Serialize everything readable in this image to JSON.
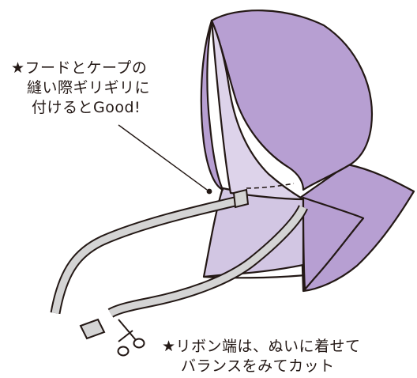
{
  "annotations": {
    "top": {
      "line1": "★フードとケープの",
      "line2": "縫い際ギリギリに",
      "line3": "付けるとGood!"
    },
    "bottom": {
      "line1": "★リボン端は、ぬいに着せて",
      "line2": "バランスをみてカット"
    }
  },
  "colors": {
    "hood_outer": "#b79fd2",
    "hood_lining": "#ddd3ea",
    "cape_lining": "#d2c6e3",
    "ribbon": "#d4d4d4",
    "outline": "#231815"
  },
  "icons": [
    "scissors-icon"
  ]
}
